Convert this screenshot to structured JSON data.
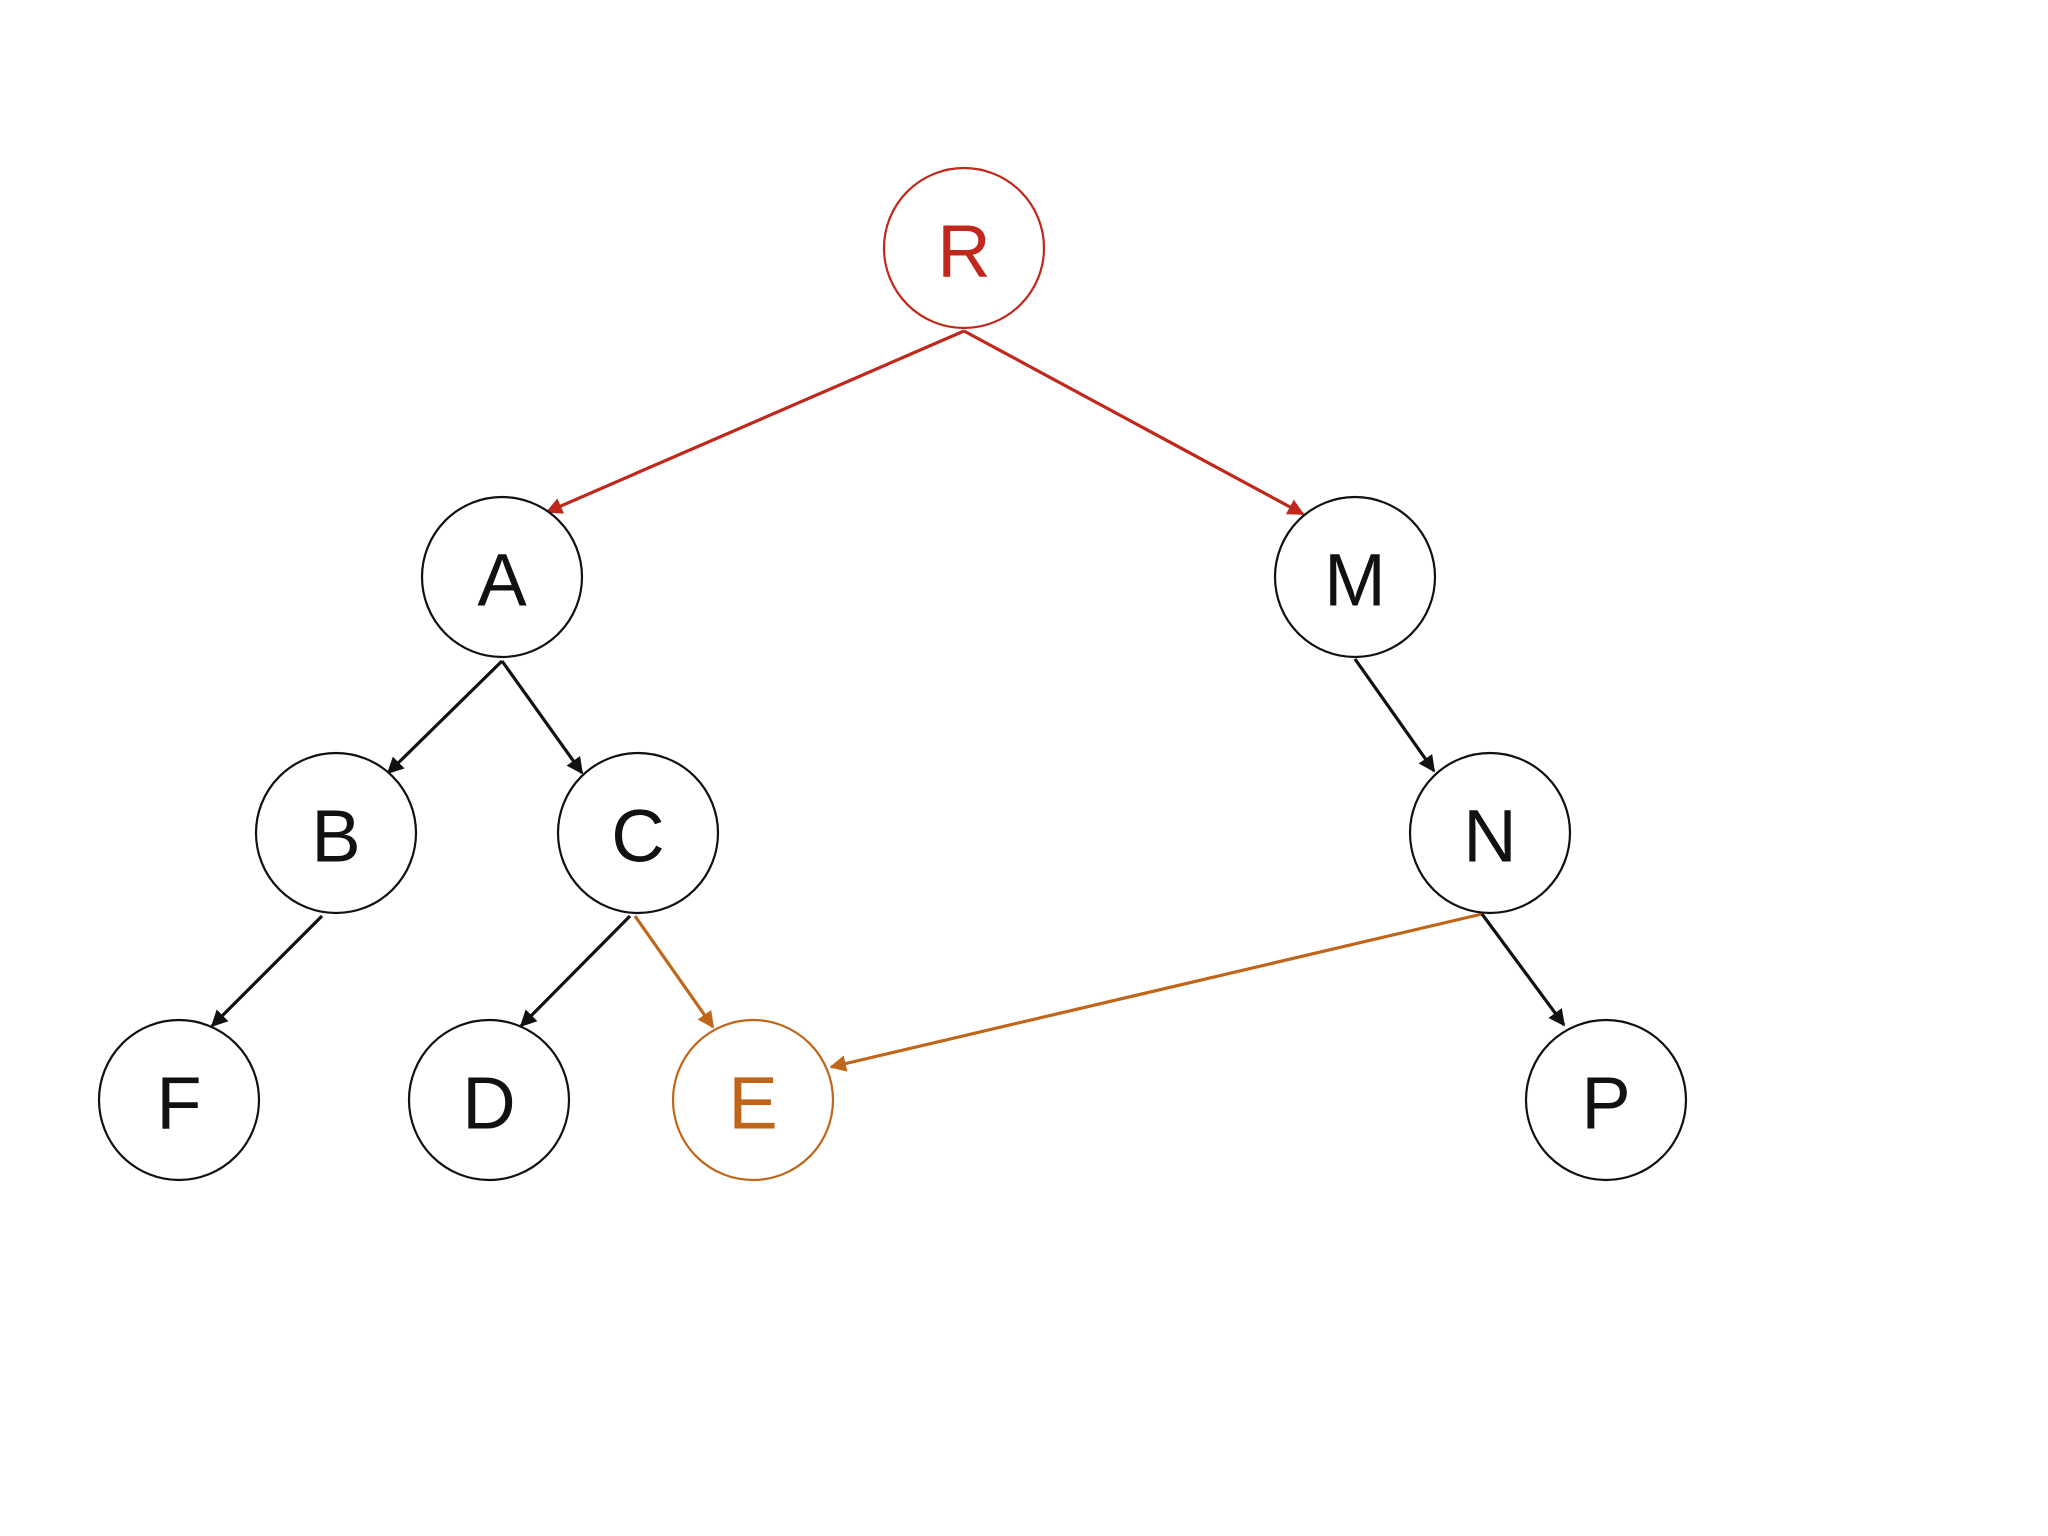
{
  "colors": {
    "default": "#111111",
    "root": "#c0281c",
    "target": "#c0661a"
  },
  "nodes": [
    {
      "id": "R",
      "label": "R",
      "color": "root"
    },
    {
      "id": "A",
      "label": "A",
      "color": "default"
    },
    {
      "id": "M",
      "label": "M",
      "color": "default"
    },
    {
      "id": "B",
      "label": "B",
      "color": "default"
    },
    {
      "id": "C",
      "label": "C",
      "color": "default"
    },
    {
      "id": "N",
      "label": "N",
      "color": "default"
    },
    {
      "id": "F",
      "label": "F",
      "color": "default"
    },
    {
      "id": "D",
      "label": "D",
      "color": "default"
    },
    {
      "id": "E",
      "label": "E",
      "color": "target"
    },
    {
      "id": "P",
      "label": "P",
      "color": "default"
    }
  ],
  "edges": [
    {
      "from": "R",
      "to": "A",
      "color": "root"
    },
    {
      "from": "R",
      "to": "M",
      "color": "root"
    },
    {
      "from": "A",
      "to": "B",
      "color": "default"
    },
    {
      "from": "A",
      "to": "C",
      "color": "default"
    },
    {
      "from": "M",
      "to": "N",
      "color": "default"
    },
    {
      "from": "B",
      "to": "F",
      "color": "default"
    },
    {
      "from": "C",
      "to": "D",
      "color": "default"
    },
    {
      "from": "C",
      "to": "E",
      "color": "target"
    },
    {
      "from": "N",
      "to": "E",
      "color": "target"
    },
    {
      "from": "N",
      "to": "P",
      "color": "default"
    }
  ]
}
